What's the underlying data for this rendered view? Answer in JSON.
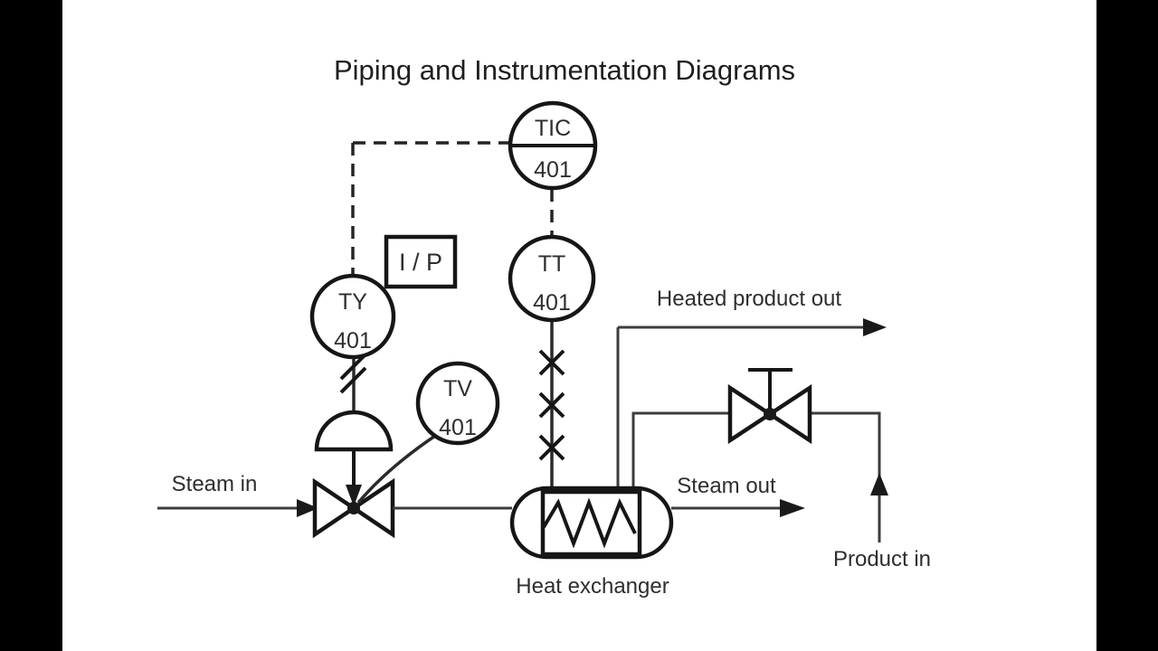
{
  "title": "Piping and Instrumentation Diagrams",
  "instruments": {
    "tic": {
      "tag": "TIC",
      "loop": "401"
    },
    "tt": {
      "tag": "TT",
      "loop": "401"
    },
    "ty": {
      "tag": "TY",
      "loop": "401"
    },
    "tv": {
      "tag": "TV",
      "loop": "401"
    },
    "ip_converter": {
      "label": "I / P"
    }
  },
  "labels": {
    "steam_in": "Steam in",
    "steam_out": "Steam out",
    "heated_product_out": "Heated product out",
    "product_in": "Product in",
    "heat_exchanger": "Heat exchanger"
  },
  "colors": {
    "background": "#ffffff",
    "letterbox": "#000000",
    "line": "#3c3c3c",
    "symbol": "#161616",
    "text": "#2b2b2b"
  }
}
